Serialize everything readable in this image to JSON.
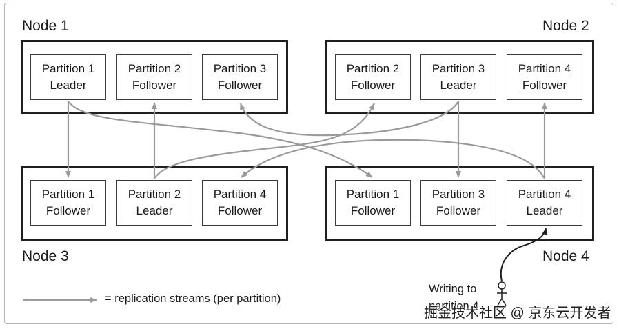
{
  "nodes": [
    {
      "label": "Node 1",
      "partitions": [
        [
          "Partition 1",
          "Leader"
        ],
        [
          "Partition 2",
          "Follower"
        ],
        [
          "Partition 3",
          "Follower"
        ]
      ]
    },
    {
      "label": "Node 2",
      "partitions": [
        [
          "Partition 2",
          "Follower"
        ],
        [
          "Partition 3",
          "Leader"
        ],
        [
          "Partition 4",
          "Follower"
        ]
      ]
    },
    {
      "label": "Node 3",
      "partitions": [
        [
          "Partition 1",
          "Follower"
        ],
        [
          "Partition 2",
          "Leader"
        ],
        [
          "Partition 4",
          "Follower"
        ]
      ]
    },
    {
      "label": "Node 4",
      "partitions": [
        [
          "Partition 1",
          "Follower"
        ],
        [
          "Partition 3",
          "Follower"
        ],
        [
          "Partition 4",
          "Leader"
        ]
      ]
    }
  ],
  "legend": {
    "text": "= replication streams (per partition)"
  },
  "writer": {
    "line1": "Writing to",
    "line2": "partition 4"
  },
  "watermark": "掘金技术社区 @ 京东云开发者",
  "colors": {
    "arrow": "#9a9a9a",
    "border": "#1f1f1f",
    "text": "#1a1a1a"
  },
  "icons": {
    "writer": "stick-figure-icon"
  }
}
